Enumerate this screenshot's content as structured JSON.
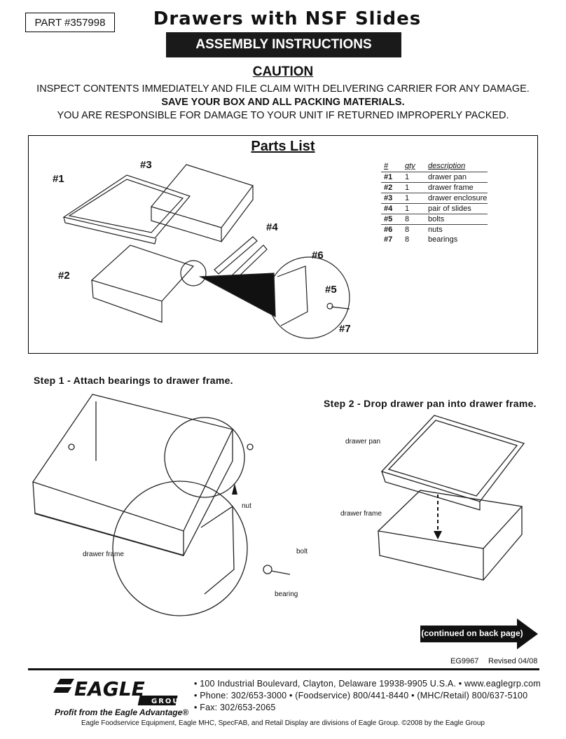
{
  "header": {
    "part_number": "PART #357998",
    "title": "Drawers with NSF Slides",
    "banner": "ASSEMBLY INSTRUCTIONS"
  },
  "caution": {
    "heading": "CAUTION",
    "line1": "INSPECT CONTENTS IMMEDIATELY AND FILE CLAIM WITH DELIVERING CARRIER FOR ANY DAMAGE.",
    "line2": "SAVE YOUR BOX AND ALL PACKING MATERIALS.",
    "line3": "YOU ARE RESPONSIBLE FOR DAMAGE TO YOUR UNIT IF RETURNED IMPROPERLY PACKED."
  },
  "parts_list": {
    "title": "Parts List",
    "callouts": [
      "#1",
      "#2",
      "#3",
      "#4",
      "#5",
      "#6",
      "#7"
    ],
    "columns": [
      "#",
      "qty",
      "description"
    ],
    "rows": [
      {
        "num": "#1",
        "qty": "1",
        "desc": "drawer pan"
      },
      {
        "num": "#2",
        "qty": "1",
        "desc": "drawer frame"
      },
      {
        "num": "#3",
        "qty": "1",
        "desc": "drawer enclosure"
      },
      {
        "num": "#4",
        "qty": "1",
        "desc": "pair of slides"
      },
      {
        "num": "#5",
        "qty": "8",
        "desc": "bolts"
      },
      {
        "num": "#6",
        "qty": "8",
        "desc": "nuts"
      },
      {
        "num": "#7",
        "qty": "8",
        "desc": "bearings"
      }
    ]
  },
  "step1": {
    "title": "Step 1 - Attach bearings to drawer frame.",
    "labels": {
      "frame": "drawer frame",
      "nut": "nut",
      "bolt": "bolt",
      "bearing": "bearing"
    }
  },
  "step2": {
    "title": "Step 2 - Drop drawer pan into drawer frame.",
    "labels": {
      "pan": "drawer pan",
      "frame": "drawer frame"
    }
  },
  "continued": "(continued on back page)",
  "doc_code": "EG9967",
  "revised": "Revised 04/08",
  "logo": {
    "name": "EAGLE",
    "sub": "GROUP",
    "tagline": "Profit from the Eagle Advantage®"
  },
  "contact": {
    "line1": "• 100 Industrial Boulevard, Clayton, Delaware 19938-9905 U.S.A. • www.eaglegrp.com",
    "line2": "• Phone: 302/653-3000 • (Foodservice) 800/441-8440 • (MHC/Retail) 800/637-5100",
    "line3": "• Fax: 302/653-2065"
  },
  "footer": "Eagle Foodservice Equipment, Eagle MHC, SpecFAB, and Retail Display are divisions of Eagle Group. ©2008 by the Eagle Group"
}
